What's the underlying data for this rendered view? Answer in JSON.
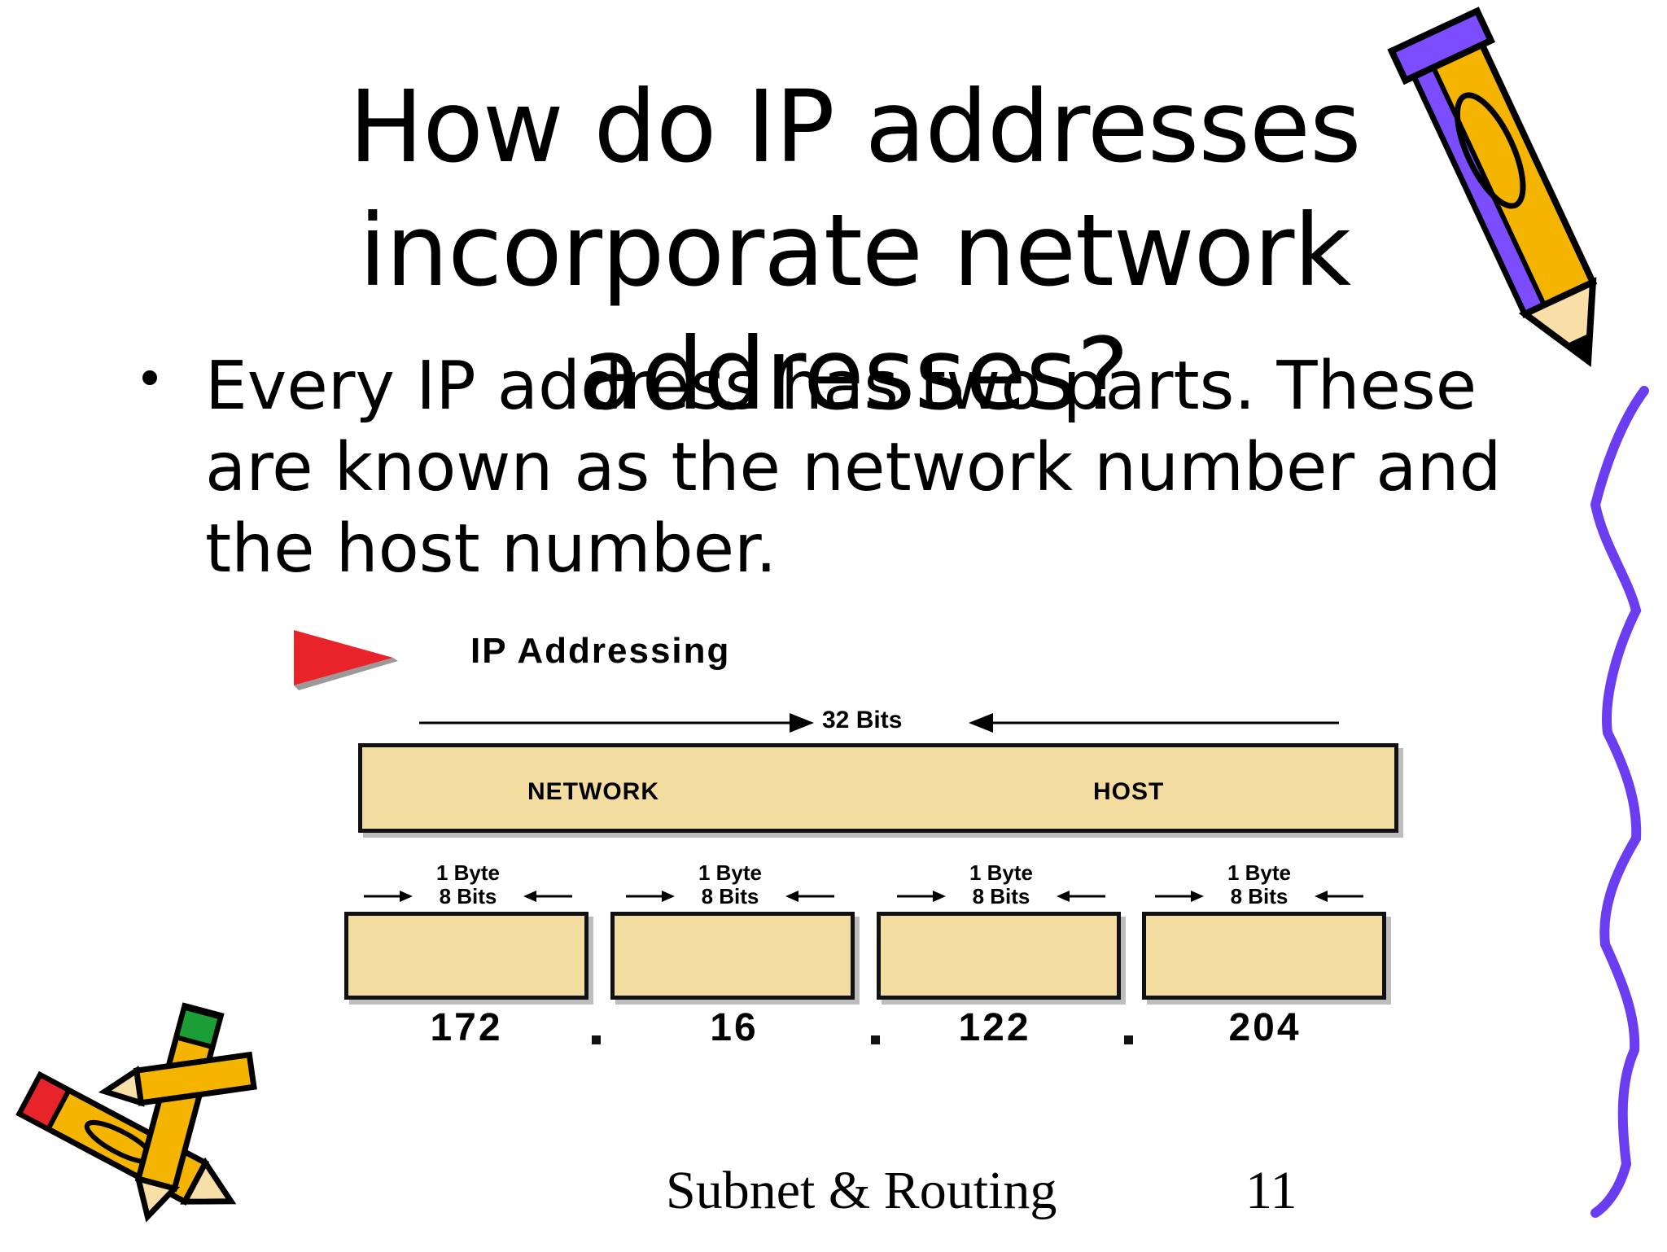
{
  "slide": {
    "title_line1": "How do IP addresses",
    "title_line2": "incorporate network addresses?",
    "bullet": "Every IP address has two parts. These are known as the network number and the host number.",
    "footer_label": "Subnet & Routing",
    "page_number": "11"
  },
  "figure": {
    "title": "IP Addressing",
    "total_bits": "32 Bits",
    "segment_network": "NETWORK",
    "segment_host": "HOST",
    "octets": [
      {
        "size": "1 Byte",
        "bits": "8 Bits",
        "value": "172"
      },
      {
        "size": "1 Byte",
        "bits": "8 Bits",
        "value": "16"
      },
      {
        "size": "1 Byte",
        "bits": "8 Bits",
        "value": "122"
      },
      {
        "size": "1 Byte",
        "bits": "8 Bits",
        "value": "204"
      }
    ],
    "colors": {
      "box_fill": "#f3dc9f",
      "pointer": "#e8232a"
    }
  },
  "decorations": {
    "pencil_top_right": "pencil-icon",
    "pencils_bottom_left": "pencils-icon",
    "right_border": "squiggle-border"
  }
}
